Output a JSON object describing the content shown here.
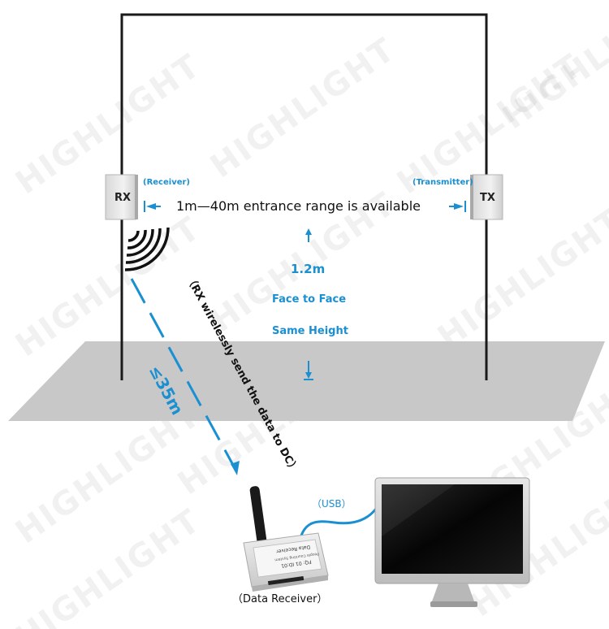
{
  "labels": {
    "rx": "RX",
    "tx": "TX",
    "receiver": "(Receiver)",
    "transmitter": "(Transmitter)",
    "range": "1m—40m entrance range is available",
    "height_value": "1.2m",
    "face": "Face to Face",
    "same_height": "Same Height",
    "wireless": "（RX  wirelessly send the data to DC）",
    "distance": "≤35m",
    "usb": "（USB）",
    "data_receiver": "（Data  Receiver）",
    "device_line1": "Data Receiver",
    "device_line2": "People Counting System",
    "device_line3": "FQ: 01   ID:01"
  },
  "watermark": "HIGHLIGHT",
  "colors": {
    "accent": "#1a8fd1",
    "floor": "#c8c8c8",
    "frame": "#1a1a1a"
  }
}
